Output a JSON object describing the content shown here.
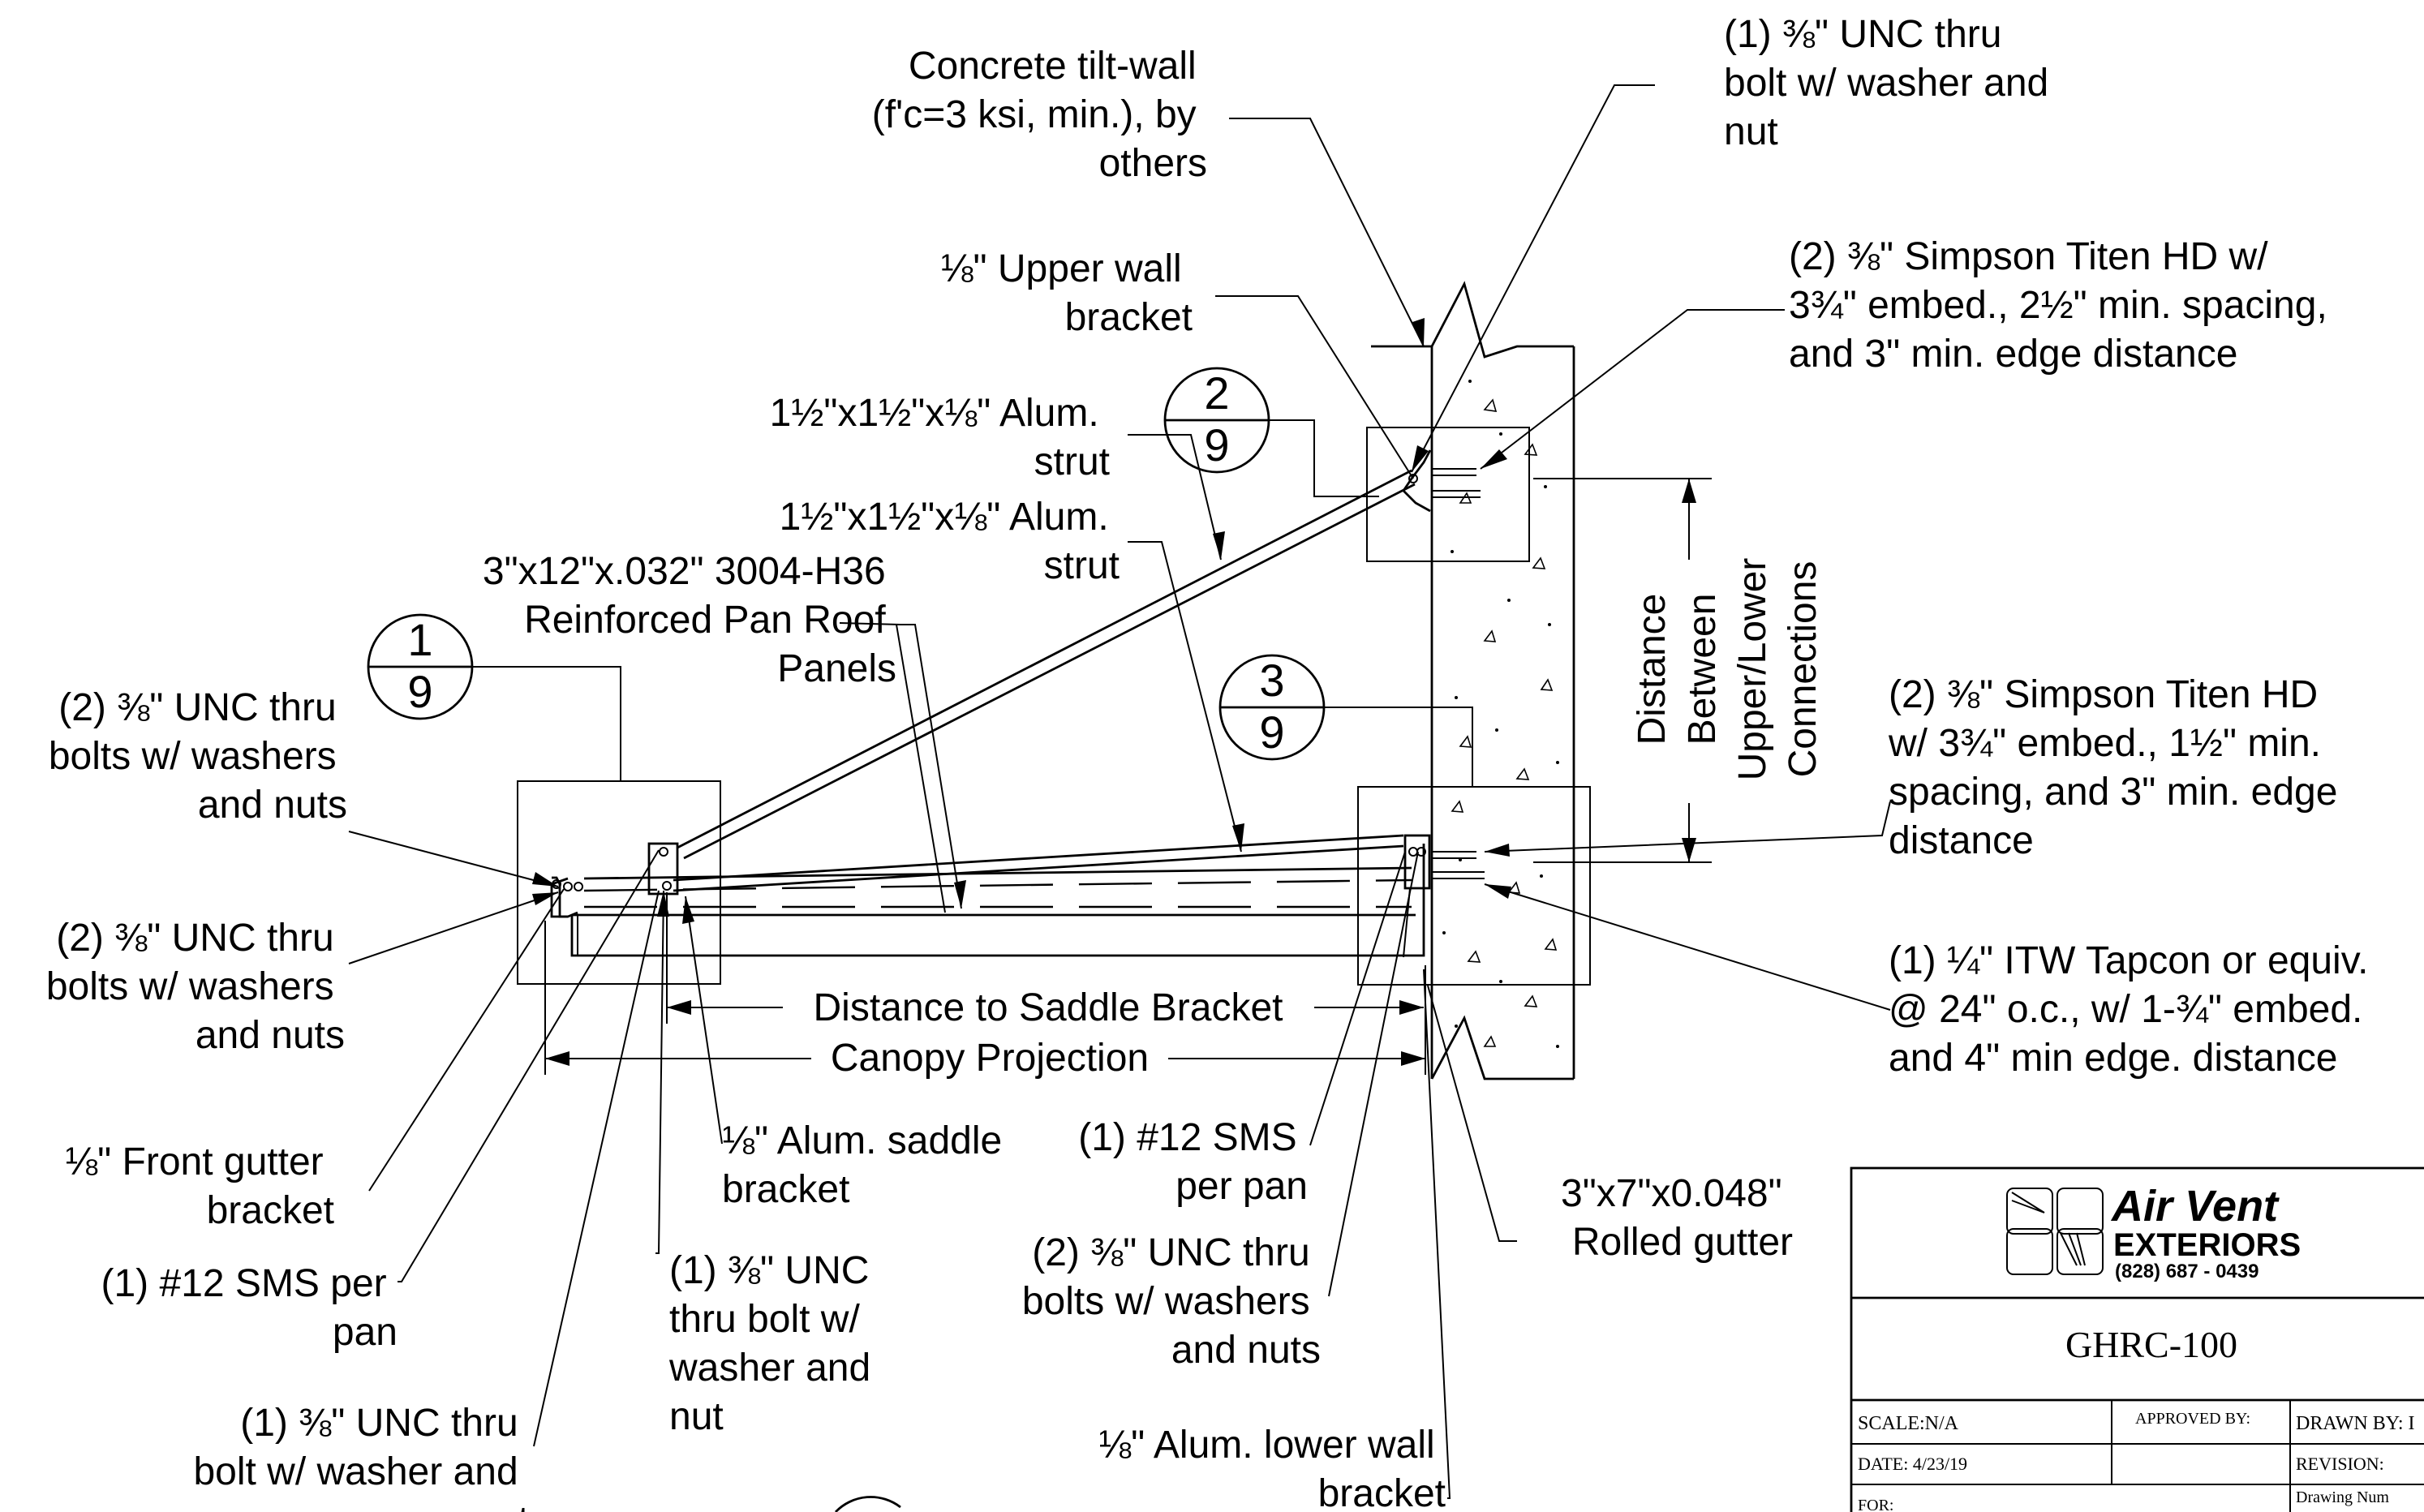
{
  "title_block": {
    "company_name": "Air Vent",
    "company_sub": "EXTERIORS",
    "company_phone": "(828) 687 - 0439",
    "drawing_title": "GHRC-100",
    "scale": "SCALE:N/A",
    "approved_by": "APPROVED BY:",
    "drawn_by": "DRAWN BY: I",
    "date": "DATE: 4/23/19",
    "revision": "REVISION:",
    "drawing_number": "Drawing Num",
    "for": "FOR:"
  },
  "detail_tags": [
    {
      "top": "1",
      "bottom": "9"
    },
    {
      "top": "2",
      "bottom": "9"
    },
    {
      "top": "3",
      "bottom": "9"
    }
  ],
  "dimension_labels": {
    "saddle": "Distance to Saddle Bracket",
    "canopy": "Canopy Projection",
    "vertical": [
      "Distance",
      "Between",
      "Upper/Lower",
      "Connections"
    ]
  },
  "callouts": {
    "concrete": [
      "Concrete tilt-wall",
      "(f'c=3 ksi, min.), by",
      "others"
    ],
    "upper_bolt": [
      "(1) ⅜\" UNC thru",
      "bolt w/ washer and",
      "nut"
    ],
    "upper_bracket": [
      "⅛\" Upper wall",
      "bracket"
    ],
    "upper_titen": [
      "(2) ⅜\" Simpson Titen HD w/",
      "3¾\" embed., 2½\" min. spacing,",
      "and 3\" min. edge distance"
    ],
    "strut_1": [
      "1½\"x1½\"x⅛\" Alum.",
      "strut"
    ],
    "strut_2": [
      "1½\"x1½\"x⅛\" Alum.",
      "strut"
    ],
    "pan": [
      "3\"x12\"x.032\" 3004-H36",
      "Reinforced Pan Roof",
      "Panels"
    ],
    "left_bolts_1": [
      "(2) ⅜\" UNC thru",
      "bolts w/ washers",
      "and nuts"
    ],
    "left_bolts_2": [
      "(2) ⅜\" UNC thru",
      "bolts w/ washers",
      "and nuts"
    ],
    "lower_titen": [
      "(2) ⅜\" Simpson Titen HD",
      "w/ 3¾\" embed., 1½\" min.",
      "spacing, and 3\" min. edge",
      "distance"
    ],
    "tapcon": [
      "(1) ¼\" ITW Tapcon or equiv.",
      "@ 24\" o.c., w/ 1-¾\" embed.",
      "and 4\" min edge. distance"
    ],
    "front_gutter": [
      "⅛\" Front gutter",
      "bracket"
    ],
    "sms_left": [
      "(1) #12 SMS per",
      "pan"
    ],
    "saddle_bracket": [
      "⅛\" Alum. saddle",
      "bracket"
    ],
    "sms_right": [
      "(1) #12 SMS",
      "per pan"
    ],
    "unc_saddle": [
      "(1) ⅜\" UNC",
      "thru bolt w/",
      "washer and",
      "nut"
    ],
    "bolts_right": [
      "(2) ⅜\" UNC thru",
      "bolts w/ washers",
      "and nuts"
    ],
    "lower_bracket": [
      "⅛\" Alum. lower wall",
      "bracket"
    ],
    "rolled_gutter": [
      "3\"x7\"x0.048\"",
      "Rolled gutter"
    ],
    "bolt_bottom": [
      "(1) ⅜\" UNC thru",
      "bolt w/ washer and",
      "nut"
    ]
  }
}
